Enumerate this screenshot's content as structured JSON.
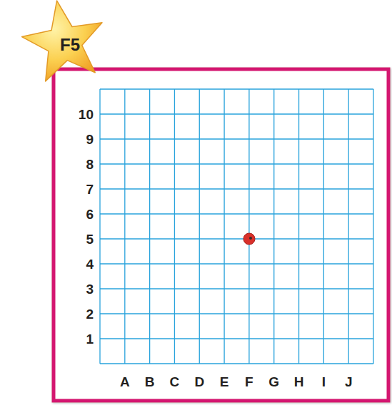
{
  "diagram": {
    "nodes": [
      {
        "text": [
          "F5"
        ]
      }
    ],
    "labels": [
      "10",
      "9",
      "8",
      "7",
      "6",
      "5",
      "4",
      "3",
      "2",
      "1",
      "A",
      "B",
      "C",
      "D",
      "E",
      "F",
      "G",
      "H",
      "I",
      "J"
    ]
  }
}
